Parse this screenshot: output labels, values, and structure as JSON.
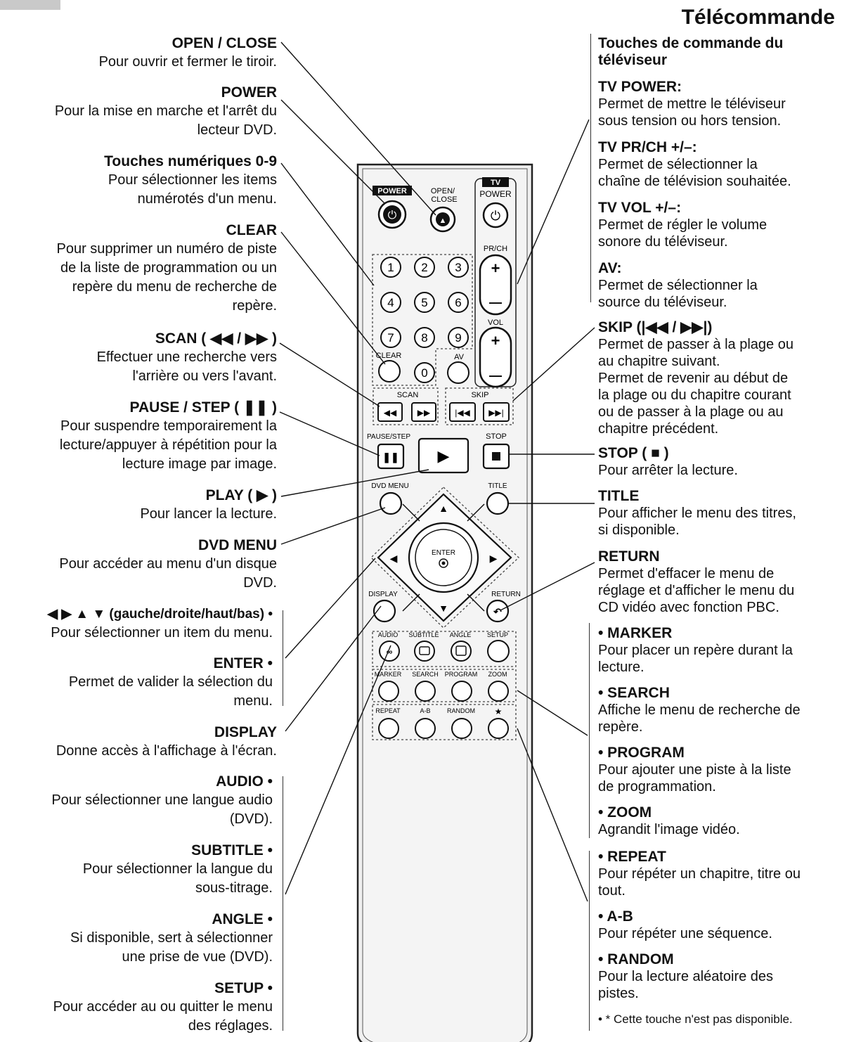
{
  "page": {
    "title": "Télécommande"
  },
  "left": [
    {
      "heading": "OPEN / CLOSE",
      "text": "Pour ouvrir et fermer le tiroir."
    },
    {
      "heading": "POWER",
      "text": "Pour la mise en marche et l'arrêt du\nlecteur DVD."
    },
    {
      "heading": "Touches numériques 0-9",
      "text": "Pour sélectionner les items\nnumérotés d'un menu."
    },
    {
      "heading": "CLEAR",
      "text": "Pour supprimer un numéro de piste\nde la liste de programmation ou un\nrepère du menu de recherche de\nrepère."
    },
    {
      "heading": "SCAN ( ◀◀ / ▶▶ )",
      "text": "Effectuer une recherche vers\nl'arrière ou vers l'avant."
    },
    {
      "heading": "PAUSE / STEP ( ❚❚ )",
      "text": "Pour suspendre temporairement la\nlecture/appuyer à répétition pour la\nlecture image par image."
    },
    {
      "heading": "PLAY ( ▶ )",
      "text": "Pour lancer la lecture."
    },
    {
      "heading": "DVD MENU",
      "text": "Pour accéder au menu d'un disque\nDVD."
    },
    {
      "heading": "◀ ▶ ▲ ▼ (gauche/droite/haut/bas) •",
      "text": "Pour sélectionner un item du menu."
    },
    {
      "heading": "ENTER •",
      "text": "Permet de valider la sélection du\nmenu."
    },
    {
      "heading": "DISPLAY",
      "text": "Donne accès à l'affichage à l'écran."
    },
    {
      "heading": "AUDIO •",
      "text": "Pour sélectionner une langue audio\n(DVD)."
    },
    {
      "heading": "SUBTITLE •",
      "text": "Pour sélectionner la langue du\nsous-titrage."
    },
    {
      "heading": "ANGLE •",
      "text": "Si disponible, sert à sélectionner\nune prise de vue (DVD)."
    },
    {
      "heading": "SETUP •",
      "text": "Pour accéder au ou quitter le menu\ndes réglages."
    }
  ],
  "right": [
    {
      "heading": "Touches de commande du\ntéléviseur",
      "text": ""
    },
    {
      "heading": "TV POWER:",
      "text": "Permet de mettre le téléviseur\nsous tension ou hors tension."
    },
    {
      "heading": "TV PR/CH +/–:",
      "text": "Permet de sélectionner la\nchaîne de télévision souhaitée."
    },
    {
      "heading": "TV VOL +/–:",
      "text": "Permet de régler le volume\nsonore du téléviseur."
    },
    {
      "heading": "AV:",
      "text": "Permet de sélectionner la\nsource du téléviseur."
    },
    {
      "heading": "SKIP (|◀◀ / ▶▶|)",
      "text": "Permet de passer à la plage ou\nau chapitre suivant.\nPermet de revenir au début de\nla plage ou du chapitre courant\nou de passer à la plage ou au\nchapitre précédent."
    },
    {
      "heading": "STOP ( ■ )",
      "text": "Pour arrêter la lecture."
    },
    {
      "heading": "TITLE",
      "text": "Pour afficher le menu des titres,\nsi disponible."
    },
    {
      "heading": "RETURN",
      "text": "Permet d'effacer le menu de\nréglage et d'afficher le menu du\nCD vidéo avec fonction PBC."
    },
    {
      "heading": "• MARKER",
      "text": "Pour placer un repère durant la\nlecture."
    },
    {
      "heading": "• SEARCH",
      "text": "Affiche le menu de recherche de\nrepère."
    },
    {
      "heading": "• PROGRAM",
      "text": "Pour ajouter une piste à la liste\nde programmation."
    },
    {
      "heading": "• ZOOM",
      "text": "Agrandit l'image vidéo."
    },
    {
      "heading": "• REPEAT",
      "text": "Pour répéter un chapitre, titre ou\ntout."
    },
    {
      "heading": "• A-B",
      "text": "Pour répéter une séquence."
    },
    {
      "heading": "• RANDOM",
      "text": "Pour la lecture aléatoire des\npistes."
    }
  ],
  "footnote": "• * Cette touche n'est pas disponible.",
  "remote": {
    "labels": {
      "power": "POWER",
      "open_close": "OPEN/\nCLOSE",
      "tv": "TV",
      "tv_power": "POWER",
      "prch": "PR/CH",
      "vol": "VOL",
      "clear": "CLEAR",
      "av": "AV",
      "scan": "SCAN",
      "skip": "SKIP",
      "pause_step": "PAUSE/STEP",
      "stop": "STOP",
      "dvd_menu": "DVD MENU",
      "title": "TITLE",
      "enter": "ENTER",
      "display": "DISPLAY",
      "return": "RETURN",
      "audio": "AUDIO",
      "subtitle": "SUBTITLE",
      "angle": "ANGLE",
      "setup": "SETUP",
      "marker": "MARKER",
      "search": "SEARCH",
      "program": "PROGRAM",
      "zoom": "ZOOM",
      "repeat": "REPEAT",
      "ab": "A-B",
      "random": "RANDOM",
      "star": "★",
      "plus": "+",
      "minus": "—"
    },
    "digits": [
      "1",
      "2",
      "3",
      "4",
      "5",
      "6",
      "7",
      "8",
      "9",
      "0"
    ]
  }
}
